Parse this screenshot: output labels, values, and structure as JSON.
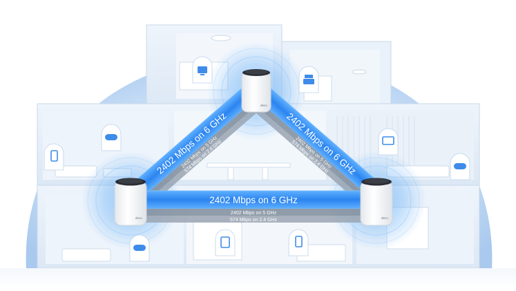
{
  "links": {
    "left": {
      "primary": "2402 Mbps on 6 GHz",
      "secondary_1": "2402 Mbps on 5 GHz",
      "secondary_2": "574 Mbps on 2.4 GHz"
    },
    "right": {
      "primary": "2402 Mbps on 6 GHz",
      "secondary_1": "2402 Mbps on 5 GHz",
      "secondary_2": "574 Mbps on 2.4 GHz"
    },
    "bottom": {
      "primary": "2402 Mbps on 6 GHz",
      "secondary_1": "2402 Mbps on 5 GHz",
      "secondary_2": "574 Mbps on 2.4 GHz"
    }
  },
  "routers": {
    "top": {
      "logo": "deco"
    },
    "left": {
      "logo": "deco"
    },
    "right": {
      "logo": "deco"
    }
  },
  "device_icons": [
    "tv-icon",
    "printer-icon",
    "mobile-icon",
    "gamepad-icon",
    "smart-display-icon",
    "tv-icon",
    "gamepad-icon",
    "gamepad-icon",
    "tablet-icon",
    "mobile-icon",
    "gamepad-icon"
  ],
  "colors": {
    "coverage": "#bcd7f3",
    "beam": "#2f87f0",
    "beam_edge": "#64aef7",
    "band": "#7b8796",
    "router_body": "#f5f6f8",
    "router_top": "#2a2d33"
  }
}
